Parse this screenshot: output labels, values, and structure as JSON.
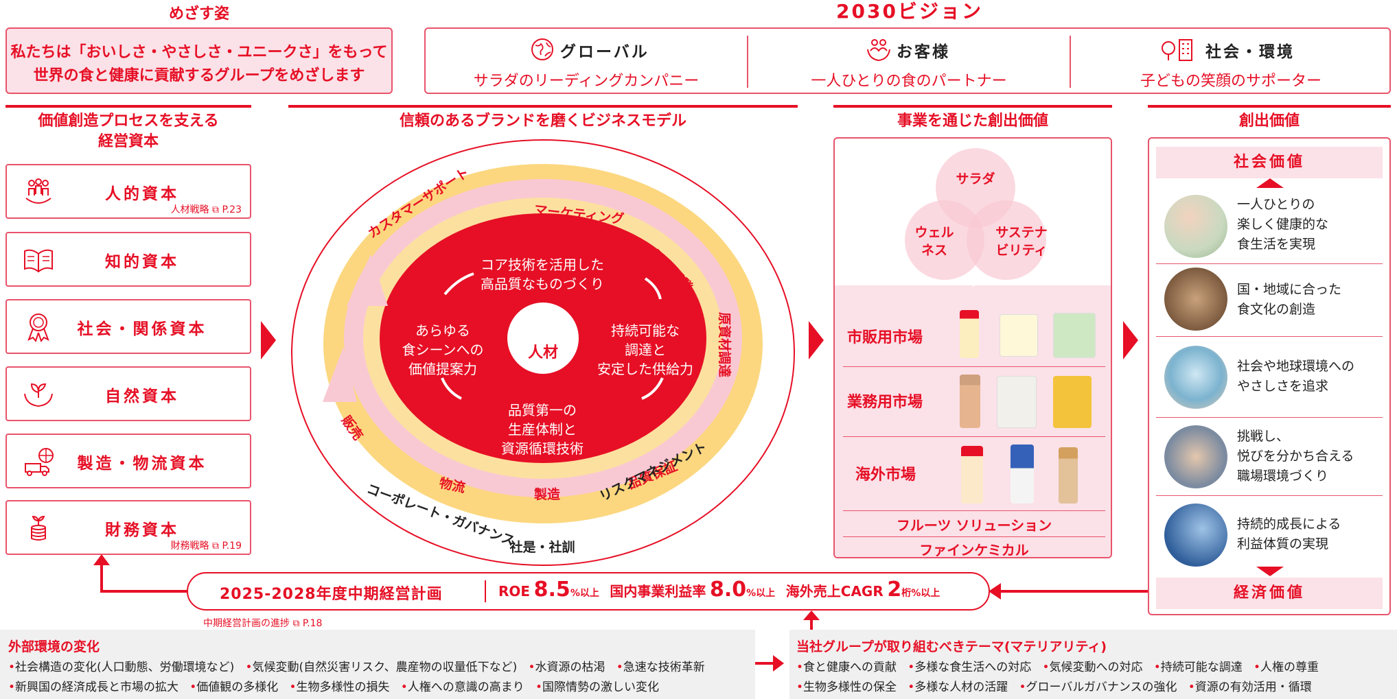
{
  "aim": {
    "heading": "めざす姿",
    "line1": "私たちは「おいしさ・やさしさ・ユニークさ」をもって",
    "line2": "世界の食と健康に貢献するグループをめざします"
  },
  "vision": {
    "heading": "2030ビジョン",
    "items": [
      {
        "title": "グローバル",
        "desc": "サラダのリーディングカンパニー",
        "icon": "globe-icon"
      },
      {
        "title": "お客様",
        "desc": "一人ひとりの食のパートナー",
        "icon": "people-hands-icon"
      },
      {
        "title": "社会・環境",
        "desc": "子どもの笑顔のサポーター",
        "icon": "tree-building-icon"
      }
    ]
  },
  "capitals": {
    "heading1": "価値創造プロセスを支える",
    "heading2": "経営資本",
    "items": [
      {
        "label": "人的資本",
        "ref": "人材戦略",
        "page": "P.23",
        "icon": "people-icon"
      },
      {
        "label": "知的資本",
        "ref": "",
        "page": "",
        "icon": "book-icon"
      },
      {
        "label": "社会・関係資本",
        "ref": "",
        "page": "",
        "icon": "medal-icon"
      },
      {
        "label": "自然資本",
        "ref": "",
        "page": "",
        "icon": "sprout-hands-icon"
      },
      {
        "label": "製造・物流資本",
        "ref": "",
        "page": "",
        "icon": "truck-globe-icon"
      },
      {
        "label": "財務資本",
        "ref": "財務戦略",
        "page": "P.19",
        "icon": "coins-plant-icon"
      }
    ]
  },
  "model": {
    "heading": "信頼のあるブランドを磨くビジネスモデル",
    "center": "人材",
    "inner": {
      "top1": "コア技術を活用した",
      "top2": "高品質なものづくり",
      "right1": "持続可能な",
      "right2": "調達と",
      "right3": "安定した供給力",
      "bottom1": "品質第一の",
      "bottom2": "生産体制と",
      "bottom3": "資源循環技術",
      "left1": "あらゆる",
      "left2": "食シーンへの",
      "left3": "価値提案力"
    },
    "ring": {
      "a": "カスタマーサポート",
      "b": "マーケティング",
      "c": "研究開発",
      "d": "原資材調達",
      "e": "品質保証",
      "f": "製造",
      "g": "物流",
      "h": "販売"
    },
    "outer": {
      "left": "コーポレート・ガバナンス",
      "right": "リスクマネジメント"
    },
    "base": "社是・社訓"
  },
  "value": {
    "heading": "事業を通じた創出価値",
    "circles": {
      "top": "サラダ",
      "left1": "ウェル",
      "left2": "ネス",
      "right1": "サステナ",
      "right2": "ビリティ"
    },
    "markets": [
      "市販用市場",
      "業務用市場",
      "海外市場"
    ],
    "sub": [
      "フルーツ ソリューション",
      "ファインケミカル"
    ]
  },
  "created": {
    "heading": "創出価値",
    "social": "社会価値",
    "economic": "経済価値",
    "items": [
      {
        "l1": "一人ひとりの",
        "l2": "楽しく健康的な",
        "l3": "食生活を実現"
      },
      {
        "l1": "国・地域に合った",
        "l2": "食文化の創造",
        "l3": ""
      },
      {
        "l1": "社会や地球環境への",
        "l2": "やさしさを追求",
        "l3": ""
      },
      {
        "l1": "挑戦し、",
        "l2": "悦びを分かち合える",
        "l3": "職場環境づくり"
      },
      {
        "l1": "持続的成長による",
        "l2": "利益体質の実現",
        "l3": ""
      }
    ]
  },
  "plan": {
    "title": "2025-2028年度中期経営計画",
    "roe_label": "ROE",
    "roe_val": "8.5",
    "roe_unit": "%以上",
    "dom_label": "国内事業利益率",
    "dom_val": "8.0",
    "dom_unit": "%以上",
    "ovs_label": "海外売上CAGR",
    "ovs_val": "2",
    "ovs_unit": "桁%以上",
    "progress": "中期経営計画の進捗",
    "progress_page": "P.18"
  },
  "env": {
    "heading": "外部環境の変化",
    "row1": [
      "社会構造の変化(人口動態、労働環境など)",
      "気候変動(自然災害リスク、農産物の収量低下など)",
      "水資源の枯渇",
      "急速な技術革新"
    ],
    "row2": [
      "新興国の経済成長と市場の拡大",
      "価値観の多様化",
      "生物多様性の損失",
      "人権への意識の高まり",
      "国際情勢の激しい変化"
    ]
  },
  "materiality": {
    "heading": "当社グループが取り組むべきテーマ(マテリアリティ)",
    "row1": [
      "食と健康への貢献",
      "多様な食生活への対応",
      "気候変動への対応",
      "持続可能な調達",
      "人権の尊重"
    ],
    "row2": [
      "生物多様性の保全",
      "多様な人材の活躍",
      "グローバルガバナンスの強化",
      "資源の有効活用・循環"
    ]
  },
  "colors": {
    "accent": "#e60f25",
    "pink": "#fbe1e8",
    "yellow": "#fcd77f",
    "ring": "#f9c9d3"
  }
}
